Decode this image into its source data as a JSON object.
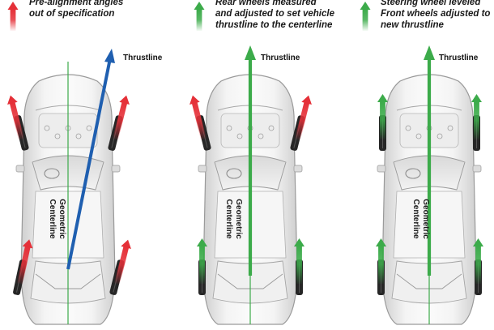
{
  "panels": [
    {
      "caption": [
        "Pre-alignment angles",
        "out of specification"
      ],
      "caption_arrow_color": "#e53038",
      "thrustline_label": "Thrustline",
      "thrustline_color": "#1f5fb0",
      "centerline_label": [
        "Geometric",
        "Centerline"
      ]
    },
    {
      "caption": [
        "Rear wheels measured",
        "and adjusted to set vehicle",
        "thrustline to the centerline"
      ],
      "caption_arrow_color": "#3cab4a",
      "thrustline_label": "Thrustline",
      "thrustline_color": "#3cab4a",
      "centerline_label": [
        "Geometric",
        "Centerline"
      ]
    },
    {
      "caption": [
        "Steering wheel leveled",
        "Front wheels adjusted to",
        "new thrustline"
      ],
      "caption_arrow_color": "#3cab4a",
      "thrustline_label": "Thrustline",
      "thrustline_color": "#3cab4a",
      "centerline_label": [
        "Geometric",
        "Centerline"
      ]
    }
  ],
  "colors": {
    "out_of_spec": "#e53038",
    "in_spec": "#3cab4a",
    "thrustline_before": "#1f5fb0",
    "centerline": "#3cab4a",
    "car_body": "#e9e9e9",
    "tire": "#262626"
  }
}
